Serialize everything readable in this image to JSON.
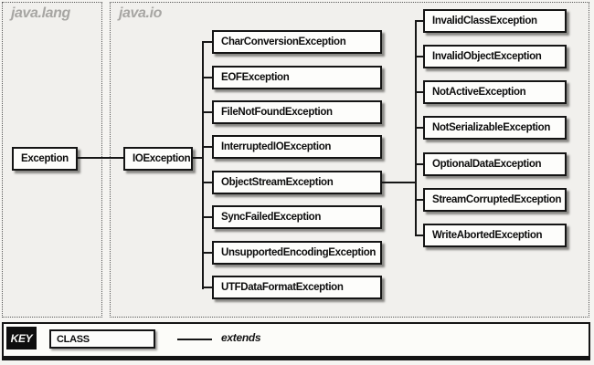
{
  "diagram": {
    "packages": {
      "java_lang": {
        "label": "java.lang"
      },
      "java_io": {
        "label": "java.io"
      }
    },
    "root_class": {
      "label": "Exception"
    },
    "io_root_class": {
      "label": "IOException"
    },
    "io_children": [
      {
        "label": "CharConversionException"
      },
      {
        "label": "EOFException"
      },
      {
        "label": "FileNotFoundException"
      },
      {
        "label": "InterruptedIOException"
      },
      {
        "label": "ObjectStreamException"
      },
      {
        "label": "SyncFailedException"
      },
      {
        "label": "UnsupportedEncodingException"
      },
      {
        "label": "UTFDataFormatException"
      }
    ],
    "object_stream_children": [
      {
        "label": "InvalidClassException"
      },
      {
        "label": "InvalidObjectException"
      },
      {
        "label": "NotActiveException"
      },
      {
        "label": "NotSerializableException"
      },
      {
        "label": "OptionalDataException"
      },
      {
        "label": "StreamCorruptedException"
      },
      {
        "label": "WriteAbortedException"
      }
    ]
  },
  "key": {
    "title": "KEY",
    "class_sample": "CLASS",
    "extends_label": "extends"
  },
  "colors": {
    "background": "#f5f4f1",
    "package_fill": "#f1f0ed",
    "package_border": "#5a5a5a",
    "package_label": "#a7a6a3",
    "box_fill": "#fdfdfb",
    "box_border": "#141414",
    "line": "#161616",
    "key_title_bg": "#0e0e0e",
    "key_title_text": "#f4f4f2"
  }
}
